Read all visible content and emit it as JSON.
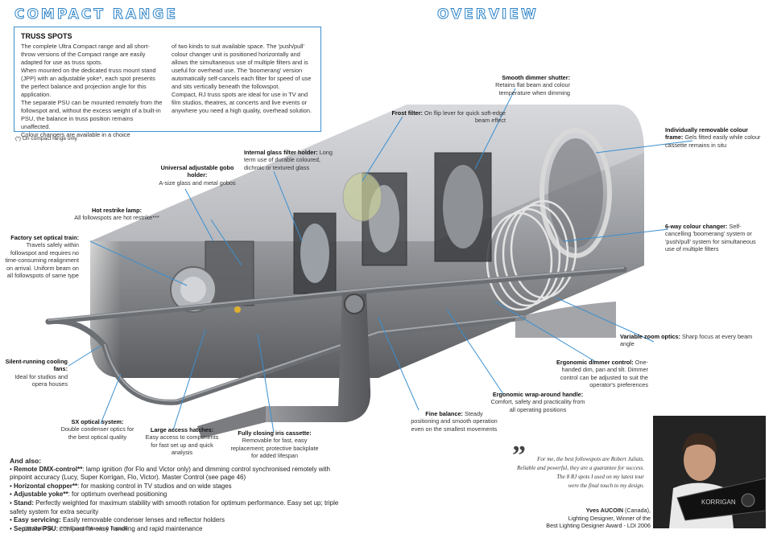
{
  "header": {
    "left_title": "COMPACT RANGE",
    "right_title": "OVERVIEW"
  },
  "intro": {
    "heading": "TRUSS SPOTS",
    "col1": [
      "The complete Ultra Compact range and all short-throw versions of the Compact range are easily adapted for use as truss spots.",
      "When mounted on the dedicated truss mount stand (JPP) with an adjustable yoke*, each spot presents the perfect balance and projection angle for this application.",
      "The separate PSU can be mounted remotely from the followspot and, without the excess weight of a built-in PSU, the balance in truss position remains unaffected.",
      "Colour changers are available in a choice"
    ],
    "col2": [
      "of two kinds to suit available space. The 'push/pull' colour changer unit is positioned horizontally and allows the simultaneous use of multiple filters and is useful for overhead use. The 'boomerang' version automatically self-cancels each filter for speed of use and sits vertically beneath the followspot.",
      "Compact, RJ truss spots are ideal for use in TV and film studios, theatres, at concerts and live events or anywhere you need a high quality, overhead solution."
    ],
    "footnote": "(*) On compact range only"
  },
  "callouts": [
    {
      "id": "hot-restrike-lamp",
      "title": "Hot restrike lamp:",
      "text": "All followspots are hot restrike***"
    },
    {
      "id": "universal-gobo-holder",
      "title": "Universal adjustable gobo holder:",
      "text": "A-size glass and metal gobos"
    },
    {
      "id": "internal-glass-filter-holder",
      "title": "Internal glass filter holder:",
      "text": "Long term use of durable coloured, dichroic or textured glass"
    },
    {
      "id": "frost-filter",
      "title": "Frost filter:",
      "text": "On flip lever for quick soft-edge beam effect"
    },
    {
      "id": "smooth-dimmer-shutter",
      "title": "Smooth dimmer shutter:",
      "text": "Retains flat beam and colour temperature when dimming"
    },
    {
      "id": "removable-colour-frame",
      "title": "Individually removable colour frame:",
      "text": "Gels fitted easily while colour cassette remains in situ"
    },
    {
      "id": "factory-set-optical-train",
      "title": "Factory set optical train:",
      "text": "Travels safely within followspot and requires no time-consuming realignment on arrival. Uniform beam on all followspots of same type"
    },
    {
      "id": "colour-changer",
      "title": "6-way colour changer:",
      "text": "Self-cancelling 'boomerang' system or 'push/pull' system for simultaneous use of multiple filters"
    },
    {
      "id": "variable-zoom-optics",
      "title": "Variable zoom optics:",
      "text": "Sharp focus at every beam angle"
    },
    {
      "id": "ergonomic-dimmer-control",
      "title": "Ergonomic dimmer control:",
      "text": "One-handed dim, pan and tilt. Dimmer control can be adjusted to suit the operator's preferences"
    },
    {
      "id": "silent-cooling-fans",
      "title": "Silent-running cooling fans:",
      "text": "Ideal for studios and opera houses"
    },
    {
      "id": "wrap-around-handle",
      "title": "Ergonomic wrap-around handle:",
      "text": "Comfort, safety and practicality from all operating positions"
    },
    {
      "id": "fine-balance",
      "title": "Fine balance:",
      "text": "Steady positioning and smooth operation even on the smallest movements"
    },
    {
      "id": "sx-optical-system",
      "title": "SX optical system:",
      "text": "Double condenser optics for the best optical quality"
    },
    {
      "id": "large-access-hatches",
      "title": "Large access hatches:",
      "text": "Easy access to components for fast set up and quick analysis"
    },
    {
      "id": "iris-cassette",
      "title": "Fully closing iris cassette:",
      "text": "Removable for fast, easy replacement; protective backplate for added lifespan"
    }
  ],
  "also": {
    "heading": "And also:",
    "items": [
      {
        "title": "Remote DMX-control**",
        "text": ": lamp ignition (for Flo and Victor only) and dimming control synchronised remotely with pinpoint accuracy (Lucy, Super Korrigan, Flo, Victor). Master Control (see page 46)"
      },
      {
        "title": "Horizontal chopper**",
        "text": ": for masking control in TV studios and on wide stages"
      },
      {
        "title": "Adjustable yoke**",
        "text": ": for optimum overhead positioning"
      },
      {
        "title": "Stand:",
        "text": " Perfectly weighted for maximum stability with smooth rotation for optimum performance. Easy set up; triple safety system for extra security"
      },
      {
        "title": "Easy servicing:",
        "text": " Easily removable condenser lenses and reflector holders"
      },
      {
        "title": "Separate PSU:",
        "text": " compact for easy handling and rapid maintenance"
      }
    ],
    "footnote": "(**) Optional    (***) Except Marvin & Topaze"
  },
  "testimonial": {
    "mark": "”",
    "lines": [
      "For me, the best followspots are Robert Juliats.",
      "Reliable and powerful, they are a guarantee for success.",
      "The 8 RJ spots I used on my latest tour",
      "were the final touch to my design."
    ],
    "name": "Yves AUCOIN",
    "name_suffix": " (Canada),",
    "role": "Lighting Designer, Winner of the",
    "award": "Best Lighting Designer Award - LDI 2006",
    "photo_product_label": "KORRIGAN"
  },
  "colors": {
    "accent": "#2a82c8",
    "leader": "#3a8fd0",
    "body": "#7b7e83"
  }
}
